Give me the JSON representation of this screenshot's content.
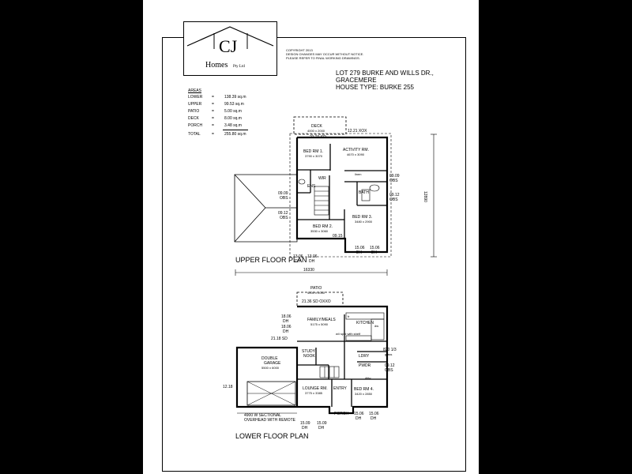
{
  "logo": {
    "letters": "CJ",
    "company_main": "Homes",
    "company_suffix": "Pty Ltd"
  },
  "notes": [
    "COPYRIGHT 2013",
    "DESIGN CHANGES MAY OCCUR WITHOUT NOTICE.",
    "PLEASE REFER TO FINAL WORKING DRAWINGS."
  ],
  "lot": {
    "line1": "LOT 279 BURKE AND WILLS DR.,",
    "line2": "GRACEMERE",
    "line3": "HOUSE TYPE: BURKE 255"
  },
  "areas": {
    "heading": "AREAS",
    "rows": [
      {
        "name": "LOWER",
        "eq": "=",
        "value": "138.39 sq.m"
      },
      {
        "name": "UPPER",
        "eq": "=",
        "value": "99.53 sq.m"
      },
      {
        "name": "PATIO",
        "eq": "=",
        "value": "5.00 sq.m"
      },
      {
        "name": "DECK",
        "eq": "=",
        "value": "8.00 sq.m"
      },
      {
        "name": "PORCH",
        "eq": "=",
        "value": "3.48 sq.m"
      }
    ],
    "total": {
      "name": "TOTAL",
      "eq": "=",
      "value": "255.80 sq.m"
    }
  },
  "upper": {
    "title": "UPPER FLOOR PLAN",
    "labels": {
      "deck": "DECK",
      "deck_dim": "4000 x 2000",
      "sd_top": "21.21 SD",
      "xox_top": "12.21 XOX",
      "bed1": "BED RM 1.",
      "bed1_dim": "3790 x 3070",
      "activity": "ACTIVITY RM.",
      "activity_dim": "4670 x 3090",
      "wir": "WIR",
      "ens": "ENS",
      "bath": "BATH",
      "linen": "linen",
      "w_0909": "09.09",
      "obs1": "OBS",
      "w_0912": "09.12",
      "obs2": "OBS",
      "w_0909r": "09.09",
      "obs_r1": "OBS",
      "w_0912r": "09.12",
      "obs_r2": "OBS",
      "bed3": "BED RM 3.",
      "bed3_dim": "3480 x 2900",
      "bed2": "BED RM 2.",
      "bed2_dim": "3530 x 3060",
      "w_0915": "09.15",
      "w15a": "15.06",
      "dh_a": "DH",
      "w15b": "15.06",
      "dh_b": "DH",
      "w13a": "13.06",
      "dh_c": "DH",
      "w13b": "13.06",
      "dh_d": "DH",
      "width": "16330",
      "depth": "12890"
    }
  },
  "lower": {
    "title": "LOWER FLOOR PLAN",
    "labels": {
      "patio": "PATIO",
      "patio_dim": "4000 x 2000",
      "sd_top": "21.36 SD OXXO",
      "family": "FAMILY/MEALS",
      "family_dim": "5175 x 5090",
      "kitchen": "KITCHEN",
      "fridge": "fr",
      "dw": "dw",
      "bench": "w/i spld with shelf",
      "w_1806a": "18.06",
      "dh1": "DH",
      "w_1806b": "18.06",
      "dh2": "DH",
      "sd_side": "21.18 SD",
      "study": "STUDY",
      "nook": "NOOK",
      "garage": "DOUBLE",
      "garage2": "GARAGE",
      "garage_dim": "5500 x 6000",
      "w_820": "820 1/3",
      "glass": "glass",
      "ldry": "LDRY",
      "pwdr": "PWDR",
      "w_0912": "09.12",
      "obs": "OBS",
      "lounge": "LOUNGE RM.",
      "lounge_dim": "3775 x 3385",
      "entry": "ENTRY",
      "bed4": "BED RM 4.",
      "bed4_dim": "3420 x 2850",
      "porch": "PORCH",
      "w1509a": "15.09",
      "dh3": "DH",
      "w1509b": "15.09",
      "dh4": "DH",
      "w1506a": "15.06",
      "dh5": "DH",
      "w1506b": "15.06",
      "dh6": "DH",
      "door_note1": "4900 W SECTIONAL",
      "door_note2": "OVERHEAD WITH REMOTE",
      "w_1218": "12.18",
      "dtfw": "dtfw"
    }
  }
}
